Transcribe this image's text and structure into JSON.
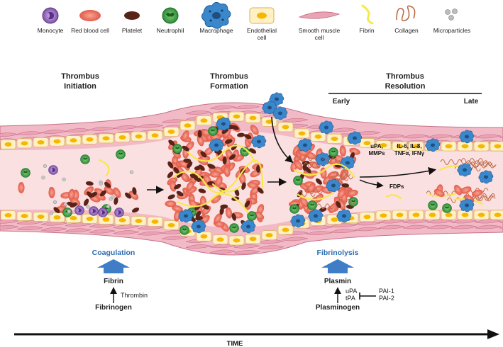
{
  "legend": [
    {
      "id": "monocyte",
      "label": "Monocyte",
      "icon": "monocyte-icon"
    },
    {
      "id": "rbc",
      "label": "Red blood cell",
      "icon": "red-blood-cell-icon"
    },
    {
      "id": "platelet",
      "label": "Platelet",
      "icon": "platelet-icon"
    },
    {
      "id": "neutrophil",
      "label": "Neutrophil",
      "icon": "neutrophil-icon"
    },
    {
      "id": "macrophage",
      "label": "Macrophage",
      "icon": "macrophage-icon"
    },
    {
      "id": "endothelial",
      "label_lines": [
        "Endothelial",
        "cell"
      ],
      "icon": "endothelial-cell-icon"
    },
    {
      "id": "smooth",
      "label_lines": [
        "Smooth muscle",
        "cell"
      ],
      "icon": "smooth-muscle-cell-icon"
    },
    {
      "id": "fibrin",
      "label": "Fibrin",
      "icon": "fibrin-icon"
    },
    {
      "id": "collagen",
      "label": "Collagen",
      "icon": "collagen-icon"
    },
    {
      "id": "micro",
      "label": "Microparticles",
      "icon": "microparticles-icon"
    }
  ],
  "stages": {
    "initiation": [
      "Thrombus",
      "Initiation"
    ],
    "formation": [
      "Thrombus",
      "Formation"
    ],
    "resolution": [
      "Thrombus",
      "Resolution"
    ],
    "early": "Early",
    "late": "Late"
  },
  "annotations": {
    "upa_mmps": [
      "uPA,",
      "MMPs"
    ],
    "cytokines": [
      "IL-6, IL-8,",
      "TNFα, IFNγ"
    ],
    "fdps": "FDPs"
  },
  "coagulation": {
    "process": "Coagulation",
    "product": "Fibrin",
    "enzyme": "Thrombin",
    "substrate": "Fibrinogen"
  },
  "fibrinolysis": {
    "process": "Fibrinolysis",
    "product": "Plasmin",
    "activators": [
      "uPA",
      "tPA"
    ],
    "inhibitors": [
      "PAI-1",
      "PAI-2"
    ],
    "substrate": "Plasminogen"
  },
  "timeline": {
    "label": "TIME"
  },
  "colors": {
    "monocyte": "#9b6fc2",
    "rbc": "#ef6f5e",
    "platelet": "#5a2318",
    "neutrophil": "#43a047",
    "macrophage": "#3b87cc",
    "endothelial": "#fff0c6",
    "endothelial_nucleus": "#f5b700",
    "smooth": "#eba3b4",
    "fibrin": "#f7e84a",
    "collagen": "#bd6a45",
    "lumen": "#fbe0e1",
    "accent": "#2e6db4"
  }
}
